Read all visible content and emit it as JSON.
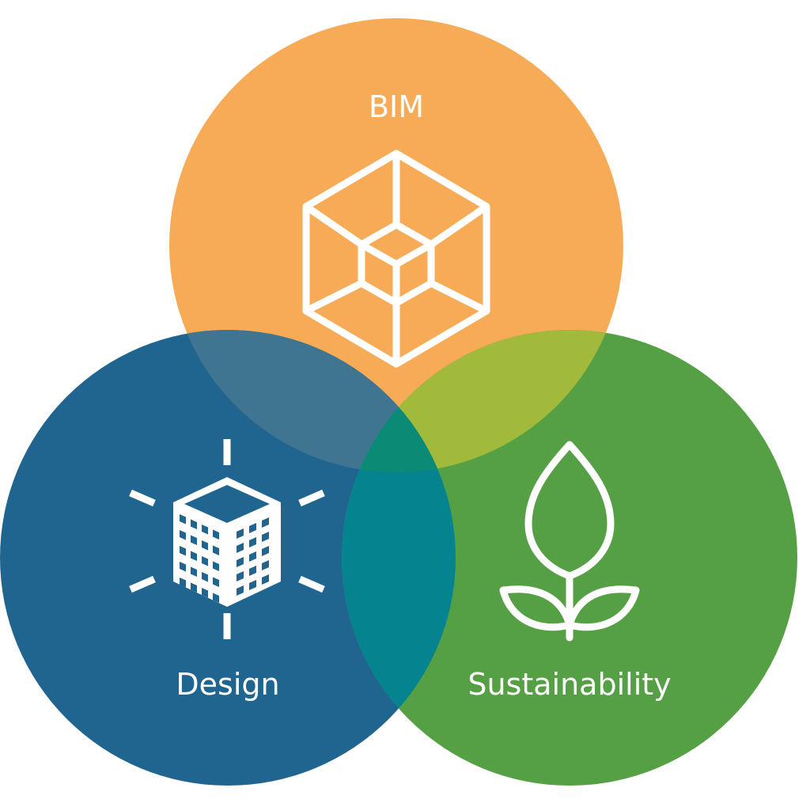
{
  "diagram": {
    "type": "venn",
    "sets": [
      {
        "label": "BIM",
        "icon": "wireframe-cube-icon",
        "color": "#F7AB57"
      },
      {
        "label": "Design",
        "icon": "building-icon",
        "color": "#1F6590"
      },
      {
        "label": "Sustainability",
        "icon": "plant-icon",
        "color": "#55A044"
      }
    ],
    "overlaps": {
      "bim_design": "#3F7590",
      "bim_sustainability": "#A1BA3C",
      "design_sustainability": "#05848F",
      "all": "#0B8A76"
    }
  }
}
